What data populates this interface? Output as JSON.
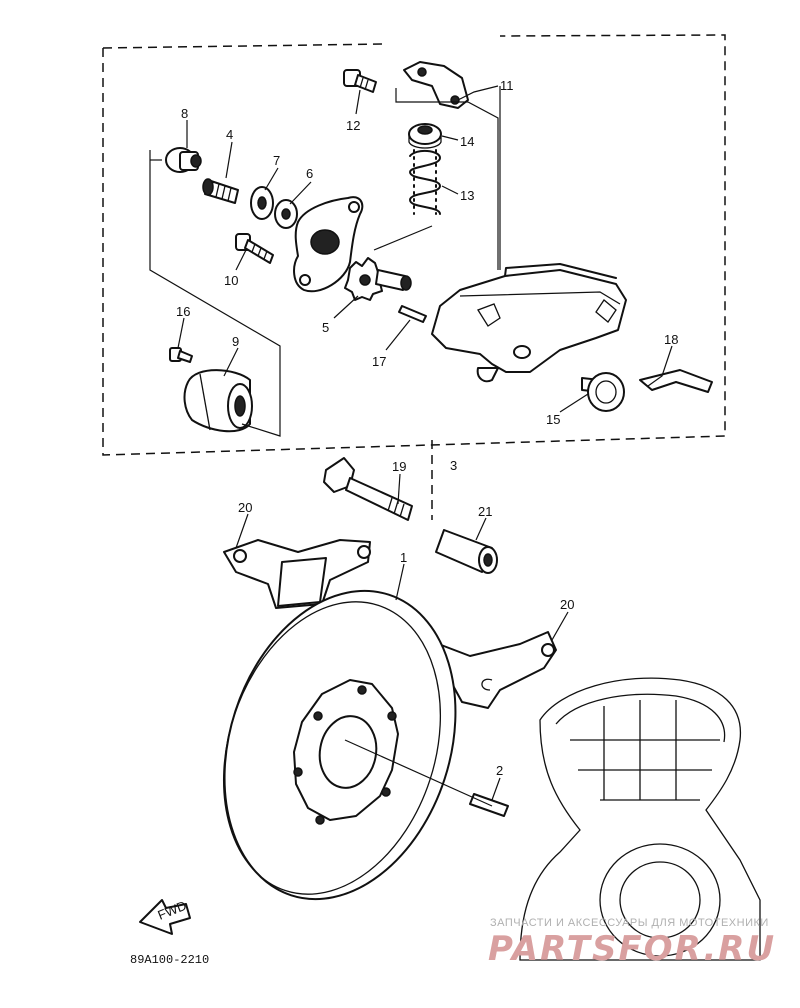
{
  "labels": {
    "p1": "1",
    "p2": "2",
    "p3": "3",
    "p4": "4",
    "p5": "5",
    "p6": "6",
    "p7": "7",
    "p8": "8",
    "p9": "9",
    "p10": "10",
    "p11": "11",
    "p12": "12",
    "p13": "13",
    "p14": "14",
    "p15": "15",
    "p16": "16",
    "p17": "17",
    "p18": "18",
    "p19": "19",
    "p20a": "20",
    "p20b": "20",
    "p21": "21"
  },
  "fwd_arrow_text": "FWD",
  "figure_code": "89A100-2210",
  "watermark": {
    "tagline": "ЗАПЧАСТИ И АКСЕССУАРЫ ДЛЯ МОТОТЕХНИКИ",
    "site": "PARTSFOR.RU"
  }
}
